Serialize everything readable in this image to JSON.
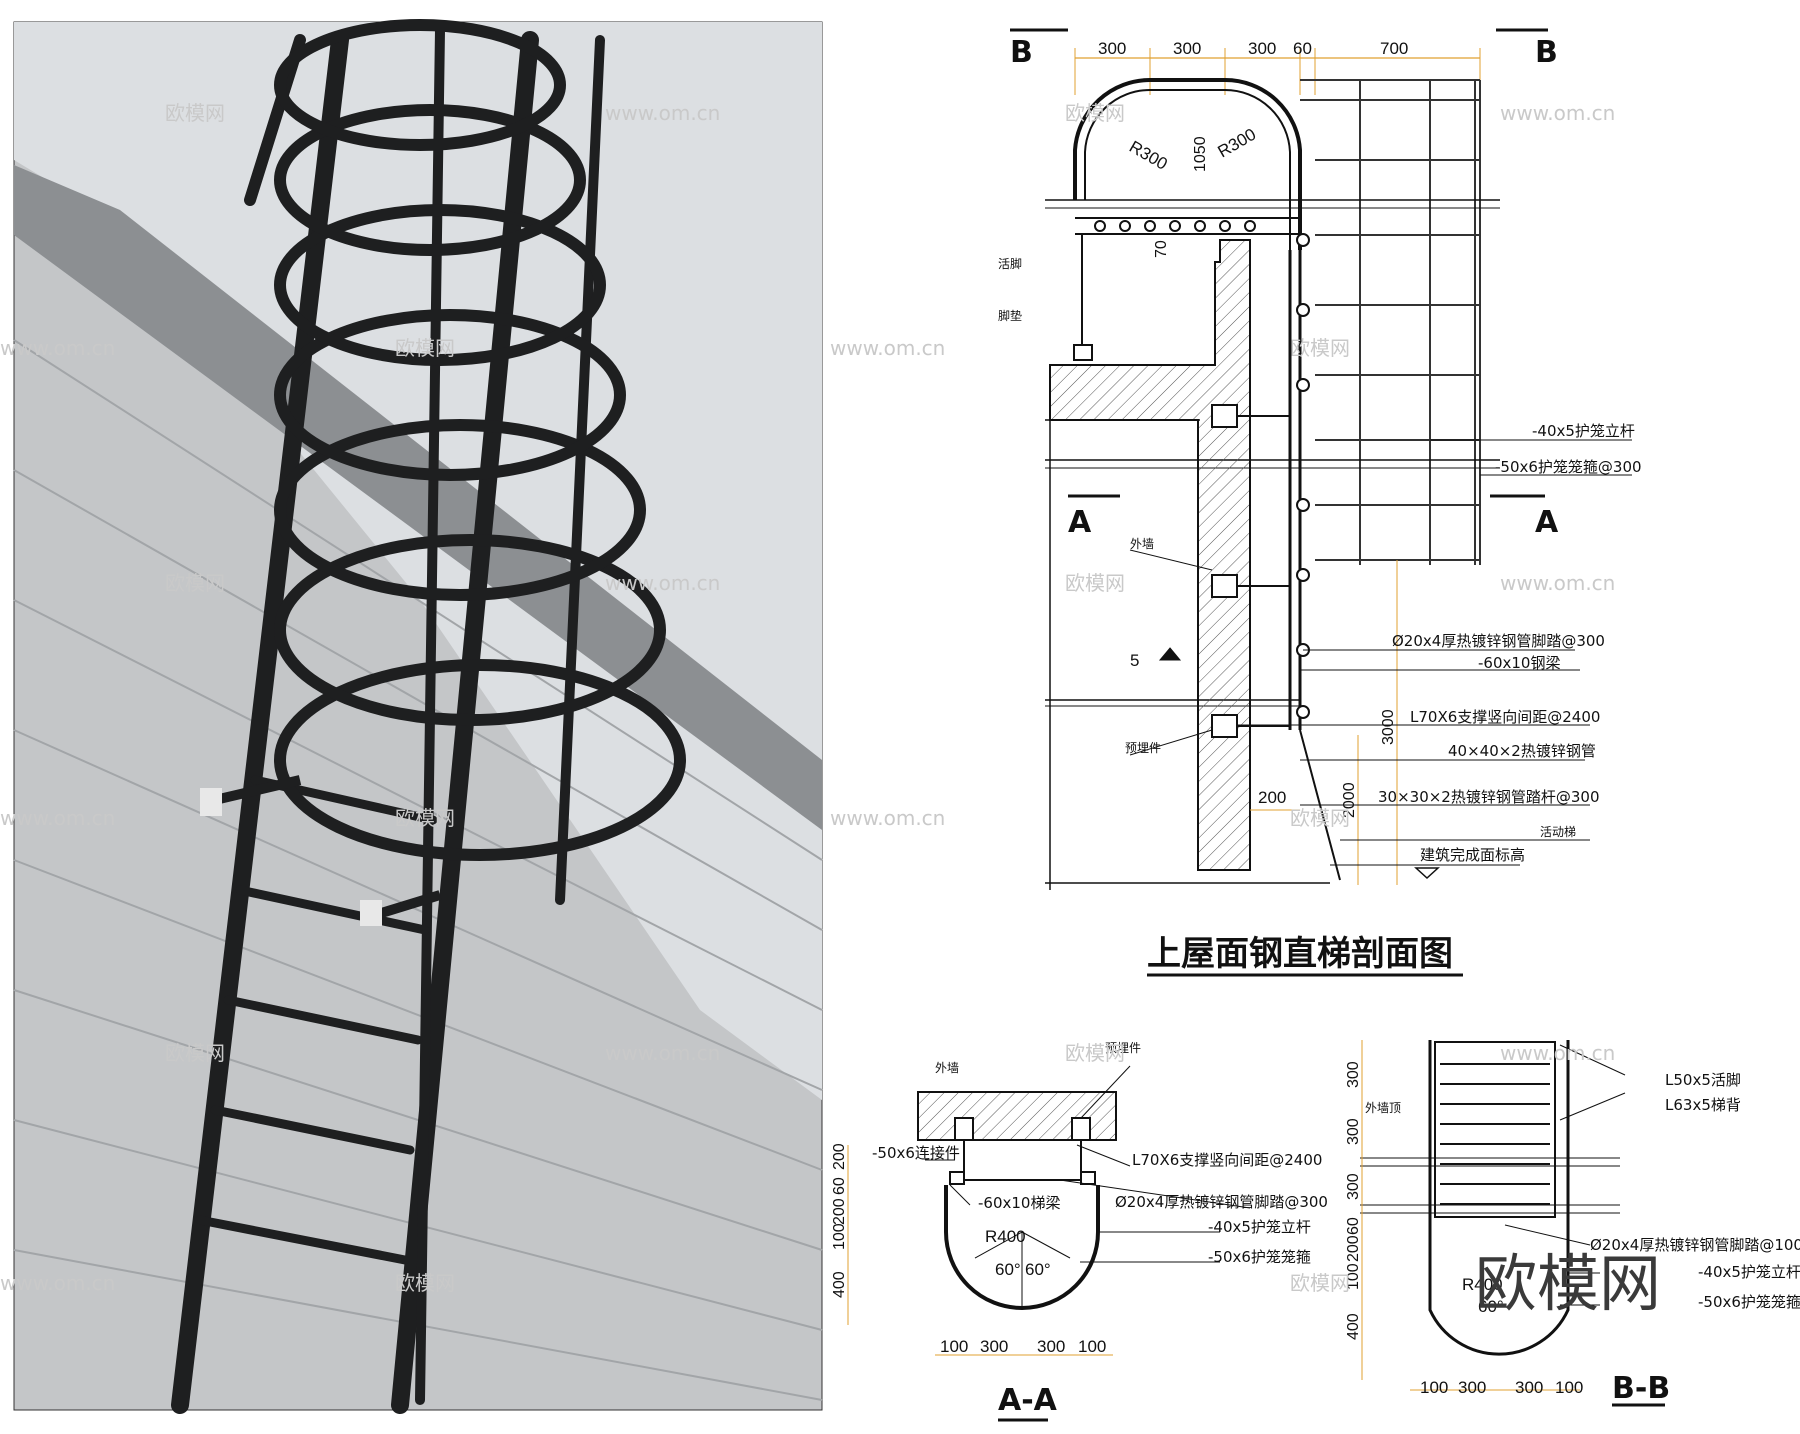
{
  "drawing": {
    "title": "上屋面钢直梯剖面图",
    "section_marks": {
      "b": "B",
      "a": "A"
    },
    "top_dims": [
      "300",
      "300",
      "300",
      "60",
      "700"
    ],
    "radius_left": "R300",
    "radius_right": "R300",
    "height_1050": "1050",
    "dim_70": "70",
    "dim_200": "200",
    "dim_3000": "3000",
    "dim_2000": "2000",
    "weld_mark": "5",
    "labels": {
      "huojiao": "活脚",
      "jiaodian": "脚垫",
      "waiqiang": "外墙",
      "yumaijian": "预埋件",
      "cage_post": "-40x5护笼立杆",
      "cage_hoop": "-50x6护笼笼箍@300",
      "rung": "Ø20x4厚热镀锌钢管脚踏@300",
      "beam": "-60x10钢梁",
      "support": "L70X6支撑竖向间距@2400",
      "tube40": "40×40×2热镀锌钢管",
      "tube30": "30×30×2热镀锌钢管踏杆@300",
      "movable": "活动梯",
      "finish": "建筑完成面标高"
    }
  },
  "section_aa": {
    "label": "A-A",
    "labels": {
      "waiqiang": "外墙",
      "yumaijian": "预埋件",
      "conn": "-50x6连接件",
      "support": "L70X6支撑竖向间距@2400",
      "beam": "-60x10梯梁",
      "rung": "Ø20x4厚热镀锌钢管脚踏@300",
      "post": "-40x5护笼立杆",
      "hoop": "-50x6护笼笼箍"
    },
    "radius": "R400",
    "angle1": "60°",
    "angle2": "60°",
    "bottom_dims": [
      "100",
      "300",
      "300",
      "100"
    ],
    "left_dims": [
      "200",
      "60",
      "200",
      "100",
      "400"
    ]
  },
  "section_bb": {
    "label": "B-B",
    "labels": {
      "waiqiangding": "外墙顶",
      "l50": "L50x5活脚",
      "l63": "L63x5梯背",
      "rung": "Ø20x4厚热镀锌钢管脚踏@100",
      "post": "-40x5护笼立杆",
      "hoop": "-50x6护笼笼箍"
    },
    "radius": "R400",
    "angle": "60°",
    "bottom_dims": [
      "100",
      "300",
      "300",
      "100"
    ],
    "left_dims": [
      "300",
      "300",
      "300",
      "60",
      "200",
      "100",
      "400"
    ]
  },
  "watermark": {
    "site": "www.om.cn",
    "brand": "欧模网"
  },
  "logo": "欧模网"
}
